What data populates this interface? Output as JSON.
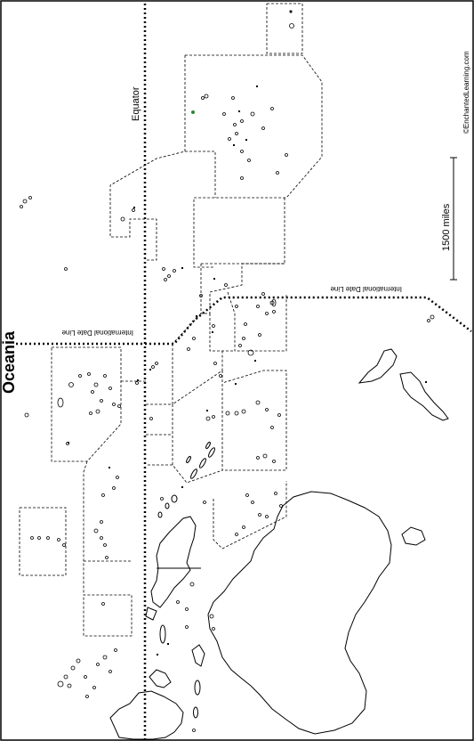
{
  "map": {
    "title": "Oceania",
    "equator_label": "Equator",
    "dateline_label_left": "International Date Line",
    "dateline_label_right": "International Date Line",
    "scale_label": "1500 miles",
    "copyright": "©EnchantedLearning.com"
  }
}
